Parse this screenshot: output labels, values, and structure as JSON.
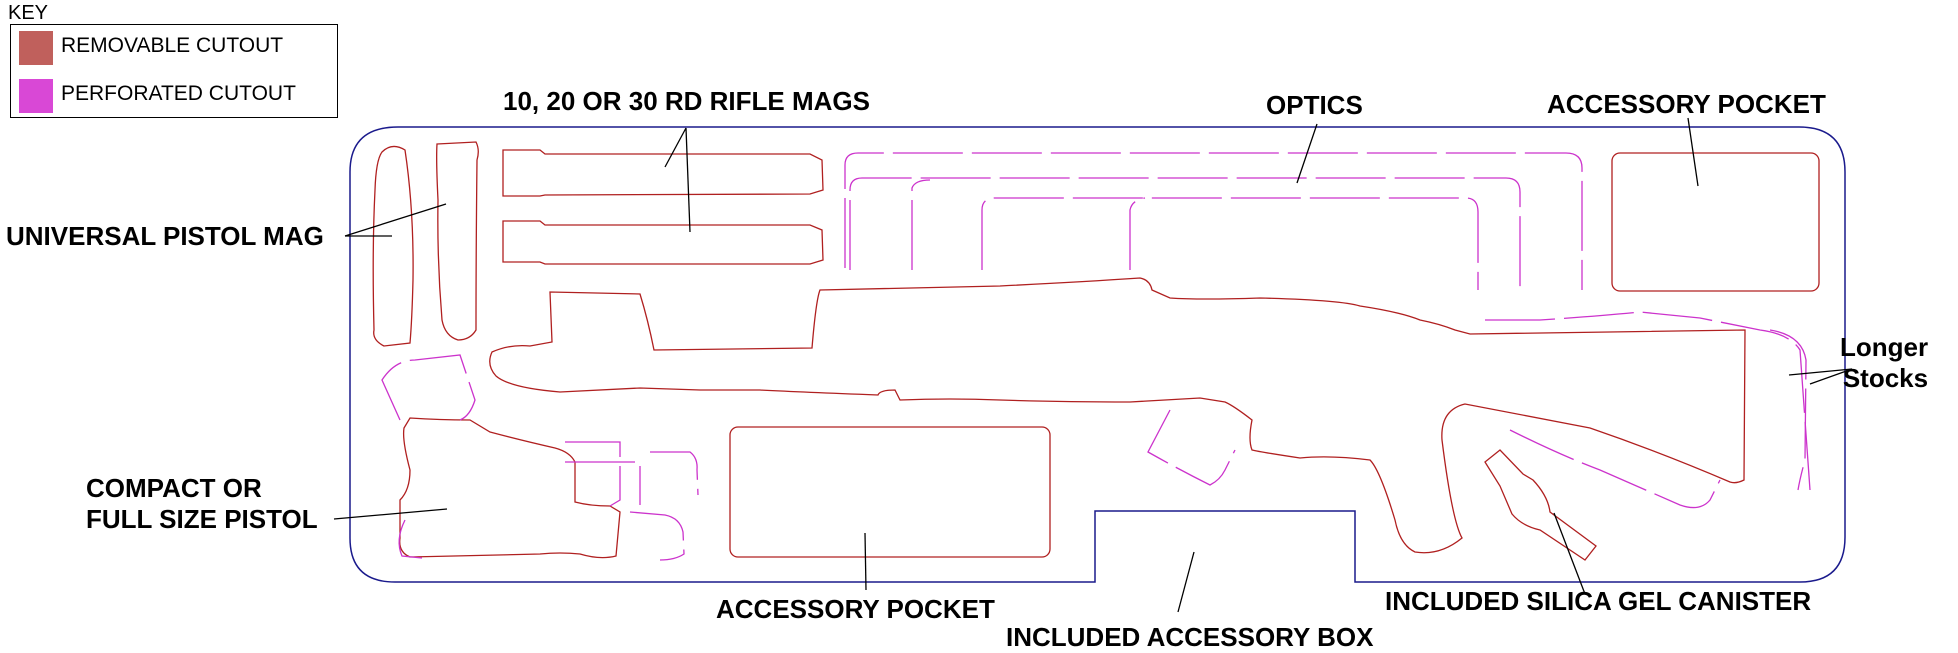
{
  "key": {
    "title": "KEY",
    "items": [
      {
        "label": "REMOVABLE CUTOUT",
        "color": "#c0605c"
      },
      {
        "label": "PERFORATED CUTOUT",
        "color": "#d948d6"
      }
    ]
  },
  "colors": {
    "case_outline": "#1a1a8c",
    "removable_line": "#b02020",
    "perforated_line": "#cc33cc",
    "leader_line": "#000000"
  },
  "labels": {
    "rifle_mags": "10, 20 OR 30 RD RIFLE MAGS",
    "optics": "OPTICS",
    "accessory_pocket_top": "ACCESSORY POCKET",
    "universal_pistol_mag": "UNIVERSAL PISTOL MAG",
    "longer_stocks": "Longer\nStocks",
    "pistol": "COMPACT OR\nFULL SIZE PISTOL",
    "accessory_pocket_bottom": "ACCESSORY POCKET",
    "accessory_box": "INCLUDED ACCESSORY BOX",
    "silica_gel": "INCLUDED SILICA GEL CANISTER"
  }
}
